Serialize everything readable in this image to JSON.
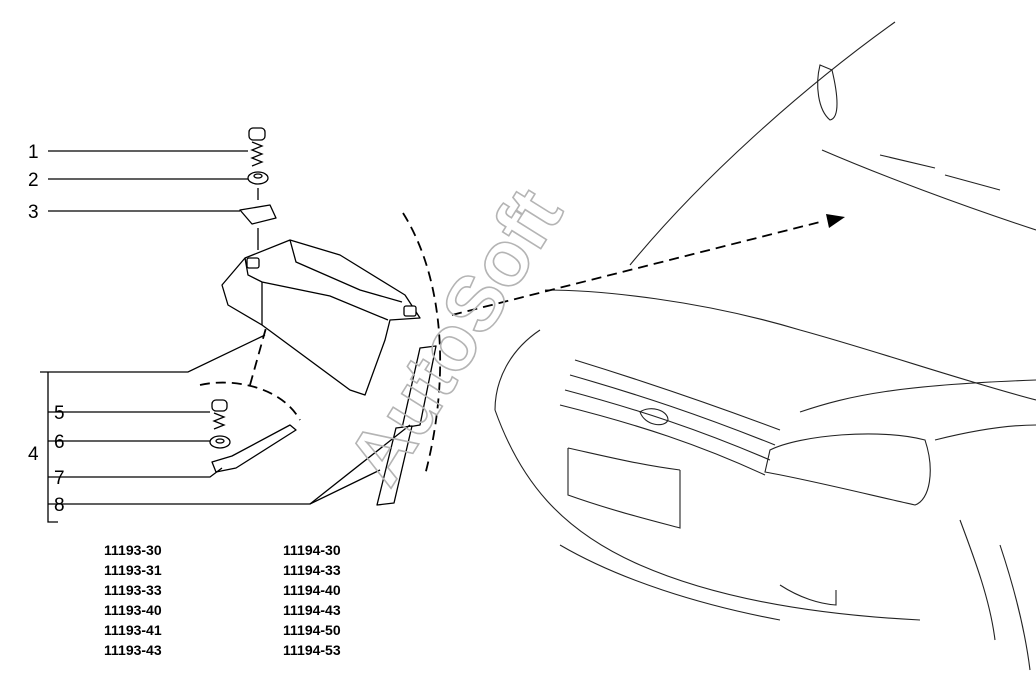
{
  "watermark": "AutoSoft",
  "callouts": [
    {
      "id": "1"
    },
    {
      "id": "2"
    },
    {
      "id": "3"
    },
    {
      "id": "4"
    },
    {
      "id": "5"
    },
    {
      "id": "6"
    },
    {
      "id": "7"
    },
    {
      "id": "8"
    }
  ],
  "models_left": [
    "11193-30",
    "11193-31",
    "11193-33",
    "11193-40",
    "11193-41",
    "11193-43"
  ],
  "models_right": [
    "11194-30",
    "11194-33",
    "11194-40",
    "11194-43",
    "11194-50",
    "11194-53"
  ]
}
